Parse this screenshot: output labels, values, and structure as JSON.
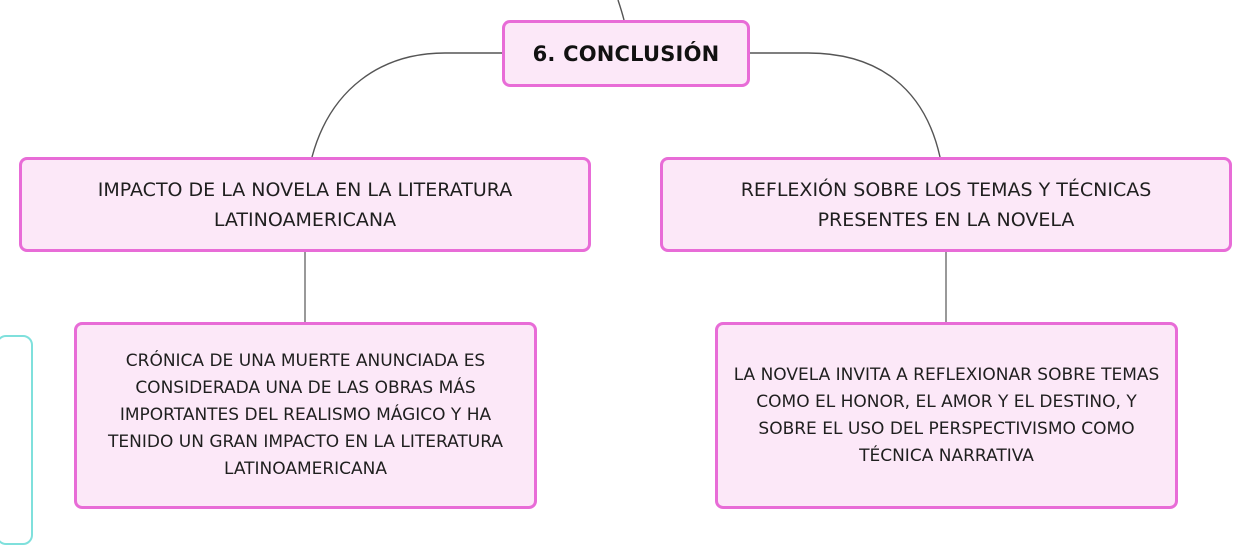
{
  "mindmap": {
    "root": {
      "label": "6. CONCLUSIÓN"
    },
    "branches": [
      {
        "label": "IMPACTO DE LA NOVELA EN LA LITERATURA LATINOAMERICANA",
        "child": "CRÓNICA DE UNA MUERTE ANUNCIADA ES CONSIDERADA UNA DE LAS OBRAS MÁS IMPORTANTES DEL REALISMO MÁGICO Y HA TENIDO UN GRAN IMPACTO EN LA LITERATURA LATINOAMERICANA"
      },
      {
        "label": "REFLEXIÓN SOBRE LOS TEMAS Y TÉCNICAS PRESENTES EN LA NOVELA",
        "child": "LA NOVELA INVITA A REFLEXIONAR SOBRE TEMAS COMO EL HONOR, EL AMOR Y EL DESTINO, Y SOBRE EL USO DEL PERSPECTIVISMO COMO TÉCNICA NARRATIVA"
      }
    ]
  },
  "colors": {
    "node_fill": "#fce8f8",
    "node_border": "#e86cd7",
    "connector": "#555555",
    "side_shape_border": "#7fe0dc"
  }
}
